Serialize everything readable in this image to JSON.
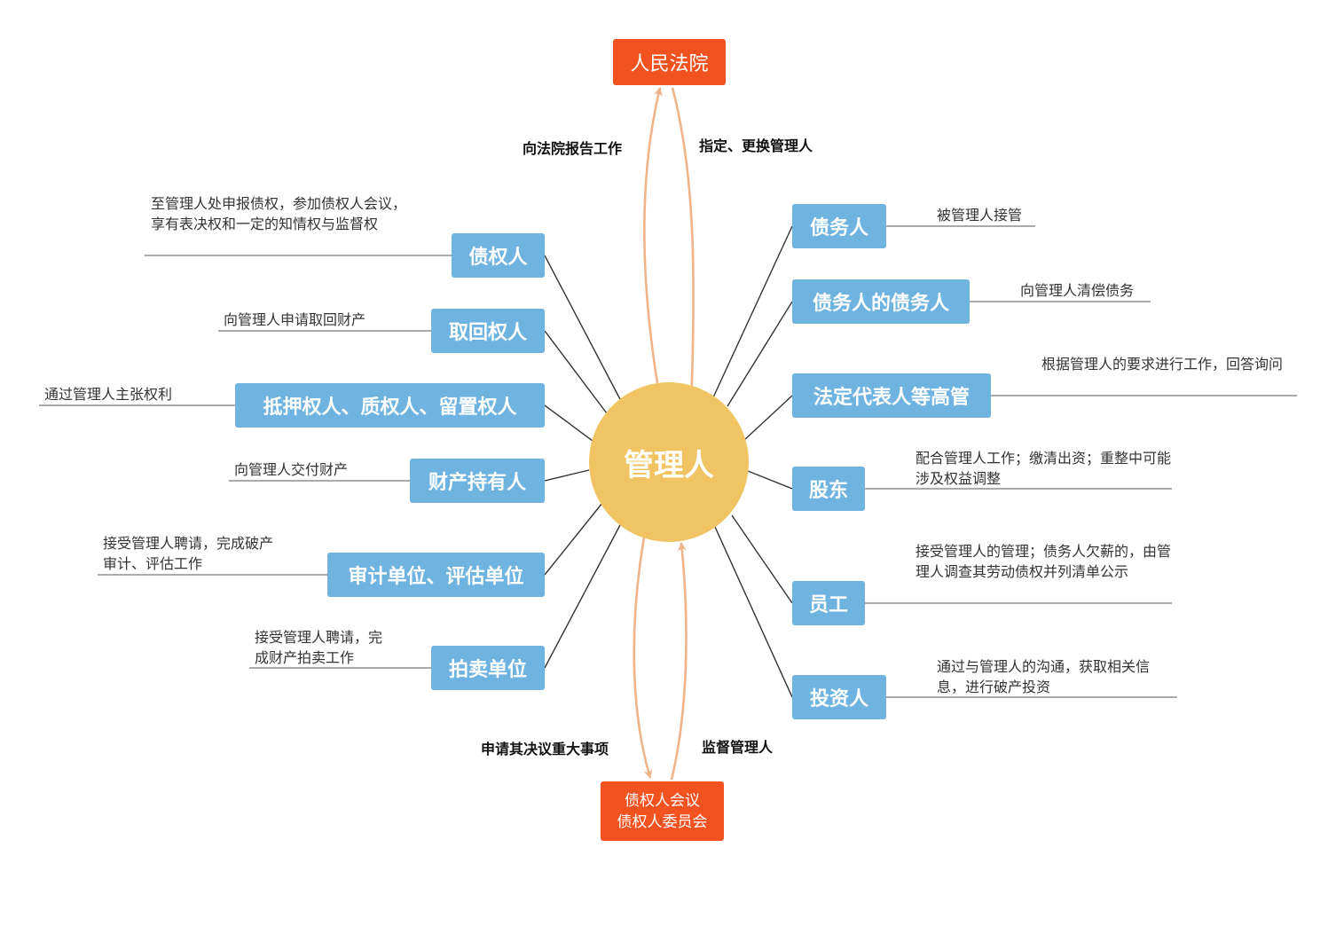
{
  "center": {
    "label": "管理人"
  },
  "court": {
    "label": "人民法院"
  },
  "creditors_meeting": {
    "line1": "债权人会议",
    "line2": "债权人委员会"
  },
  "edge_labels": {
    "report_to_court": "向法院报告工作",
    "appoint": "指定、更换管理人",
    "apply_decision": "申请其决议重大事项",
    "supervise": "监督管理人"
  },
  "left_nodes": [
    {
      "label": "债权人",
      "note": "至管理人处申报债权，参加债权人会议，享有表决权和一定的知情权与监督权"
    },
    {
      "label": "取回权人",
      "note": "向管理人申请取回财产"
    },
    {
      "label": "抵押权人、质权人、留置权人",
      "note": "通过管理人主张权利"
    },
    {
      "label": "财产持有人",
      "note": "向管理人交付财产"
    },
    {
      "label": "审计单位、评估单位",
      "note": "接受管理人聘请，完成破产审计、评估工作"
    },
    {
      "label": "拍卖单位",
      "note": "接受管理人聘请，完成财产拍卖工作"
    }
  ],
  "right_nodes": [
    {
      "label": "债务人",
      "note": "被管理人接管"
    },
    {
      "label": "债务人的债务人",
      "note": "向管理人清偿债务"
    },
    {
      "label": "法定代表人等高管",
      "note": "根据管理人的要求进行工作，回答询问"
    },
    {
      "label": "股东",
      "note": "配合管理人工作；缴清出资；重整中可能涉及权益调整"
    },
    {
      "label": "员工",
      "note": "接受管理人的管理；债务人欠薪的，由管理人调查其劳动债权并列清单公示"
    },
    {
      "label": "投资人",
      "note": "通过与管理人的沟通，获取相关信息，进行破产投资"
    }
  ],
  "colors": {
    "center": "#f0c463",
    "node": "#6fb4e1",
    "red_node": "#f25220",
    "arrow": "#efb488",
    "line": "#333333"
  }
}
